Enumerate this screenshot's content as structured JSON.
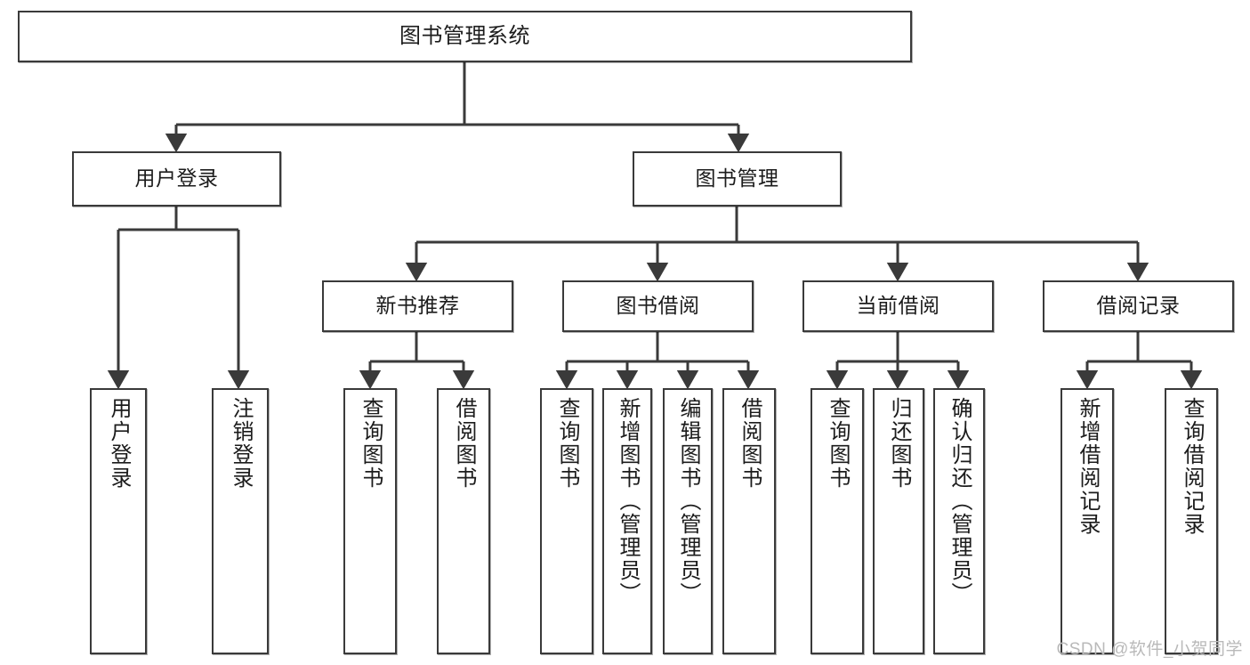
{
  "diagram": {
    "title": "图书管理系统",
    "watermark": "CSDN @软件_小贺同学",
    "line_color": "#3a3a3a",
    "box_fill": "#ffffff",
    "text_color": "#1c1c1c",
    "watermark_color": "#b9b9b9",
    "levels": {
      "root": {
        "label": "图书管理系统"
      },
      "level2": [
        {
          "id": "user-login",
          "label": "用户登录"
        },
        {
          "id": "book-manage",
          "label": "图书管理"
        }
      ],
      "level3": [
        {
          "id": "new-book-rec",
          "label": "新书推荐",
          "parent": "book-manage"
        },
        {
          "id": "book-borrow",
          "label": "图书借阅",
          "parent": "book-manage"
        },
        {
          "id": "current-borrow",
          "label": "当前借阅",
          "parent": "book-manage"
        },
        {
          "id": "borrow-record",
          "label": "借阅记录",
          "parent": "book-manage"
        }
      ],
      "leaves": [
        {
          "id": "leaf-user-login",
          "label": "用户登录",
          "parent": "user-login"
        },
        {
          "id": "leaf-user-logout",
          "label": "注销登录",
          "parent": "user-login"
        },
        {
          "id": "leaf-query-book-1",
          "label": "查询图书",
          "parent": "new-book-rec"
        },
        {
          "id": "leaf-borrow-book-1",
          "label": "借阅图书",
          "parent": "new-book-rec"
        },
        {
          "id": "leaf-query-book-2",
          "label": "查询图书",
          "parent": "book-borrow"
        },
        {
          "id": "leaf-add-book",
          "label": "新增图书（管理员）",
          "parent": "book-borrow"
        },
        {
          "id": "leaf-edit-book",
          "label": "编辑图书（管理员）",
          "parent": "book-borrow"
        },
        {
          "id": "leaf-borrow-book-2",
          "label": "借阅图书",
          "parent": "book-borrow"
        },
        {
          "id": "leaf-query-book-3",
          "label": "查询图书",
          "parent": "current-borrow"
        },
        {
          "id": "leaf-return-book",
          "label": "归还图书",
          "parent": "current-borrow"
        },
        {
          "id": "leaf-confirm-return",
          "label": "确认归还（管理员）",
          "parent": "current-borrow"
        },
        {
          "id": "leaf-add-record",
          "label": "新增借阅记录",
          "parent": "borrow-record"
        },
        {
          "id": "leaf-query-record",
          "label": "查询借阅记录",
          "parent": "borrow-record"
        }
      ]
    }
  }
}
